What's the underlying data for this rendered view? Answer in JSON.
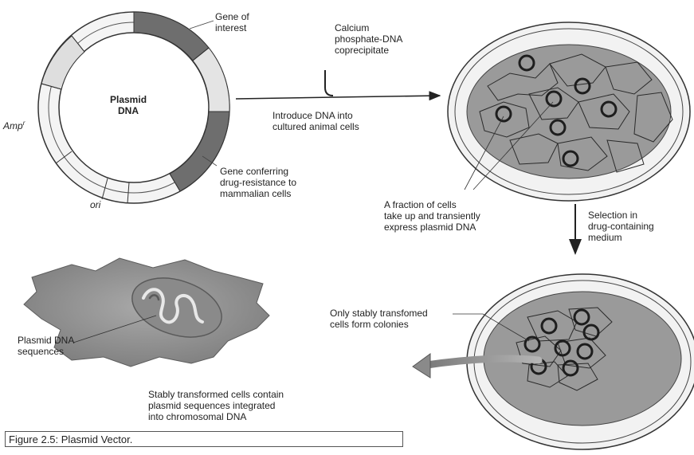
{
  "plasmid": {
    "center_label": "Plasmid\nDNA",
    "gene_of_interest": "Gene of\ninterest",
    "amp_label": "Amp",
    "amp_superscript": "r",
    "ori_label": "ori",
    "drug_gene_label": "Gene conferring\ndrug-resistance to\nmammalian cells"
  },
  "step1": {
    "reagent": "Calcium\nphosphate-DNA\ncoprecipitate",
    "action": "Introduce DNA into\ncultured animal cells"
  },
  "dish1": {
    "note": "A fraction of cells\ntake up and transiently\nexpress plasmid DNA"
  },
  "step2": {
    "action": "Selection in\ndrug-containing\nmedium"
  },
  "dish2": {
    "note": "Only stably transfomed\ncells form colonies"
  },
  "cell": {
    "label": "Plasmid DNA\nsequences",
    "note": "Stably transformed cells contain\nplasmid sequences integrated\ninto chromosomal DNA"
  },
  "caption": "Figure 2.5: Plasmid Vector.",
  "colors": {
    "dark_segment": "#6e6e6e",
    "light_segment": "#dcdcdc",
    "dish_medium": "#9a9a9a",
    "cell_body": "#8c8c8c"
  }
}
